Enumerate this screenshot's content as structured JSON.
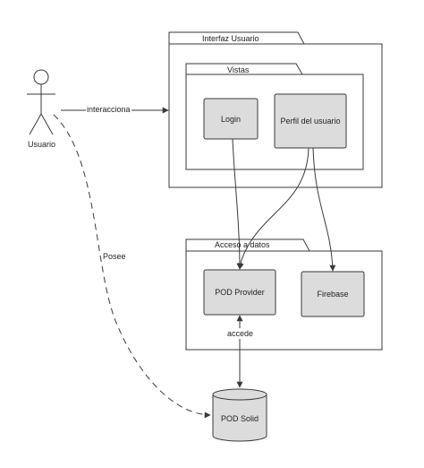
{
  "actor": {
    "label": "Usuario"
  },
  "packages": {
    "ui": {
      "label": "Interfaz Usuario"
    },
    "views": {
      "label": "Vistas"
    },
    "data_access": {
      "label": "Acceso a datos"
    }
  },
  "components": {
    "login": {
      "label": "Login"
    },
    "profile": {
      "label": "Perfil del usuario"
    },
    "pod_provider": {
      "label": "POD Provider"
    },
    "firebase": {
      "label": "Firebase"
    },
    "pod_solid": {
      "label": "POD Solid"
    }
  },
  "edges": {
    "interacts": {
      "label": "interacciona"
    },
    "owns": {
      "label": "Posee"
    },
    "accesses": {
      "label": "accede"
    }
  },
  "colors": {
    "box_fill": "#dcdcdc",
    "stroke": "#3a3a3a",
    "background": "#ffffff"
  }
}
